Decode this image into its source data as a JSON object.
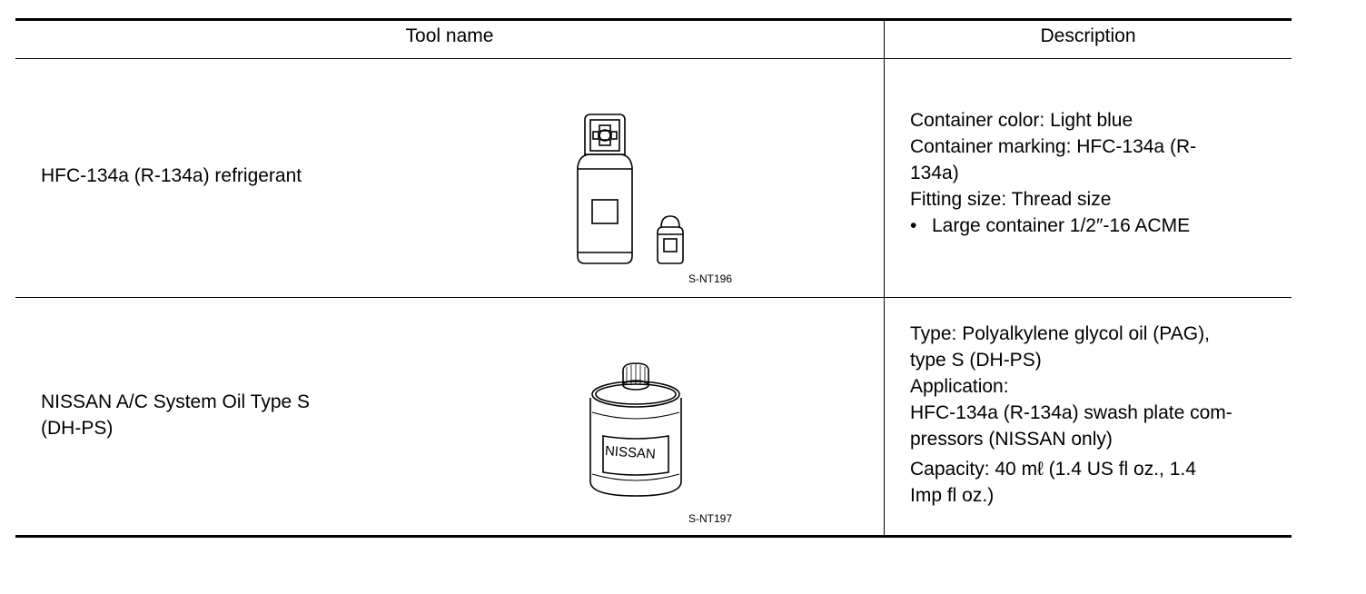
{
  "table": {
    "headers": {
      "tool_name": "Tool name",
      "description": "Description"
    },
    "rows": [
      {
        "tool_name": "HFC-134a (R-134a) refrigerant",
        "figure_id": "S-NT196",
        "description": {
          "line1": "Container color: Light blue",
          "line2": "Container marking: HFC-134a (R-",
          "line3": "134a)",
          "line4": "Fitting size: Thread size",
          "bullet_mark": "•",
          "bullet": "Large container 1/2″-16 ACME"
        }
      },
      {
        "tool_name_line1": "NISSAN A/C System Oil Type S",
        "tool_name_line2": "(DH-PS)",
        "figure_id": "S-NT197",
        "can_label": "NISSAN",
        "description": {
          "line1": "Type: Polyalkylene glycol oil (PAG),",
          "line2": "type S (DH-PS)",
          "line3": "Application:",
          "line4": "HFC-134a (R-134a) swash plate com-",
          "line5": "pressors (NISSAN only)",
          "line6": "Capacity: 40 mℓ (1.4 US fl oz., 1.4",
          "line7": "Imp fl oz.)"
        }
      }
    ]
  }
}
